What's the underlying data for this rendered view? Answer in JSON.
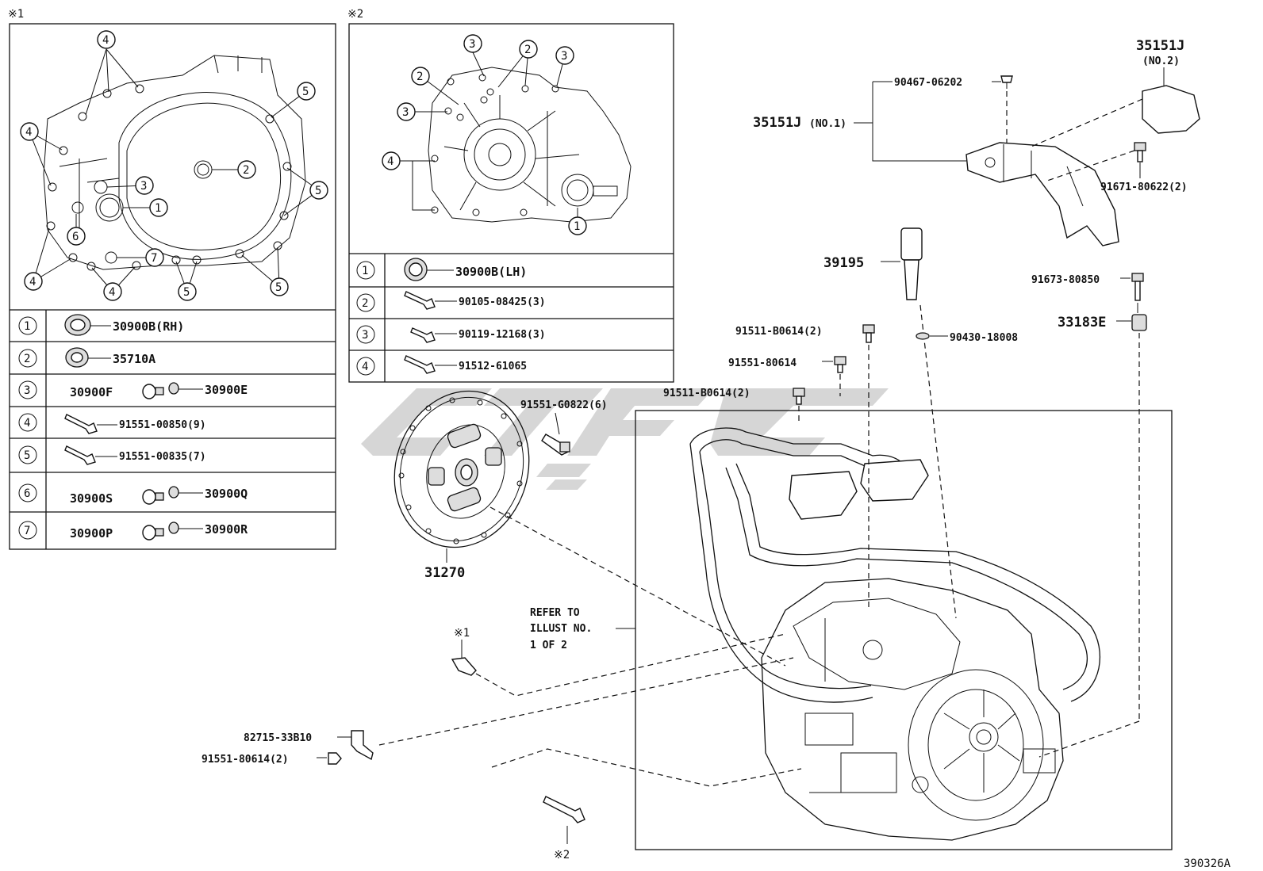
{
  "diagram_id": "390326A",
  "inset1": {
    "mark": "※1",
    "callouts": [
      "1",
      "2",
      "3",
      "4",
      "5",
      "6",
      "7"
    ],
    "rows": [
      {
        "num": "1",
        "parts": [
          "30900B(RH)"
        ]
      },
      {
        "num": "2",
        "parts": [
          "35710A"
        ]
      },
      {
        "num": "3",
        "parts": [
          "30900F",
          "30900E"
        ]
      },
      {
        "num": "4",
        "parts": [
          "91551-00850(9)"
        ]
      },
      {
        "num": "5",
        "parts": [
          "91551-00835(7)"
        ]
      },
      {
        "num": "6",
        "parts": [
          "30900S",
          "30900Q"
        ]
      },
      {
        "num": "7",
        "parts": [
          "30900P",
          "30900R"
        ]
      }
    ]
  },
  "inset2": {
    "mark": "※2",
    "rows": [
      {
        "num": "1",
        "parts": [
          "30900B(LH)"
        ]
      },
      {
        "num": "2",
        "parts": [
          "90105-08425(3)"
        ]
      },
      {
        "num": "3",
        "parts": [
          "90119-12168(3)"
        ]
      },
      {
        "num": "4",
        "parts": [
          "91512-61065"
        ]
      }
    ]
  },
  "labels": {
    "p35151J_no2": "35151J",
    "p35151J_no2_sub": "(NO.2)",
    "p90467": "90467-06202",
    "p35151J_no1": "35151J",
    "p35151J_no1_sub": "(NO.1)",
    "p91671": "91671-80622(2)",
    "p39195": "39195",
    "p91673": "91673-80850",
    "p33183E": "33183E",
    "p91511a": "91511-B0614(2)",
    "p90430": "90430-18008",
    "p91551a": "91551-80614",
    "p91511b": "91511-B0614(2)",
    "p91551G": "91551-G0822(6)",
    "p31270": "31270",
    "refer1": "REFER TO",
    "refer2": "ILLUST NO.",
    "refer3": "1 OF 2",
    "mark1": "※1",
    "mark2": "※2",
    "p82715": "82715-33B10",
    "p91551b": "91551-80614(2)"
  }
}
